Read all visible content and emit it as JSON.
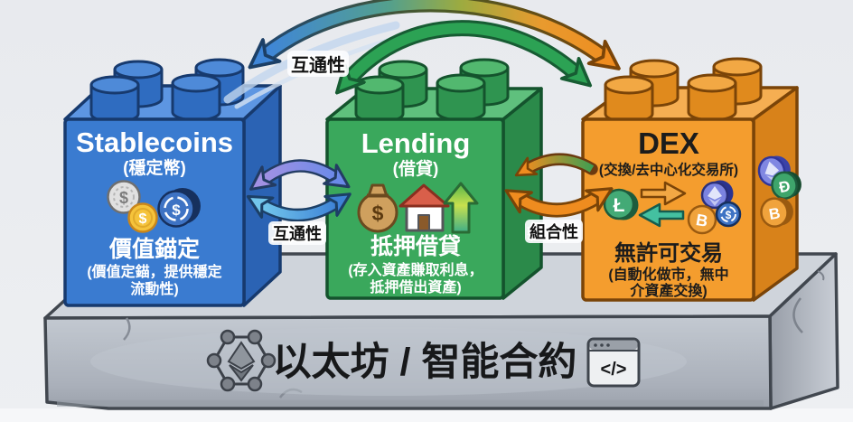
{
  "colors": {
    "background": "#e9ebef",
    "floor": "#f6f7f9",
    "stablecoins_front": "#3a7bd0",
    "stablecoins_top": "#5d96e2",
    "stablecoins_side": "#2b63b4",
    "lending_front": "#3aa85c",
    "lending_top": "#5fc07d",
    "lending_side": "#2b8a4a",
    "dex_front": "#f49d2e",
    "dex_top": "#f5ae52",
    "dex_side": "#d8821a",
    "base_top": "#cfd4db",
    "base_front": "#b7bdc6",
    "arrow_blue": "#3a7bd0",
    "arrow_green": "#2ca254",
    "arrow_orange": "#f0922b",
    "arrow_purple": "#a291e3",
    "arrow_teal": "#5bb8e8"
  },
  "connectors": {
    "top_interoperability_label": "互通性",
    "stablecoins_lending_label": "互通性",
    "lending_dex_label": "組合性"
  },
  "blocks": {
    "stablecoins": {
      "title": "Stablecoins",
      "subtitle": "(穩定幣)",
      "caption": "價值錨定",
      "description_line1": "(價值定錨，提供穩定",
      "description_line2": "流動性)",
      "icons": [
        "gray-dollar-coin",
        "gold-dollar-coin",
        "usdc-coin"
      ]
    },
    "lending": {
      "title": "Lending",
      "subtitle": "(借貸)",
      "caption": "抵押借貸",
      "description_line1": "(存入資產賺取利息，",
      "description_line2": "抵押借出資產)",
      "icons": [
        "money-bag",
        "house",
        "up-arrow"
      ]
    },
    "dex": {
      "title": "DEX",
      "subtitle": "(交換/去中心化交易所)",
      "caption": "無許可交易",
      "description_line1": "(自動化做市，無中",
      "description_line2": "介資產交換)",
      "icons": [
        "litecoin-coin",
        "swap-arrows",
        "eth-coin",
        "bitcoin-coin",
        "usdc-coin",
        "dash-coin"
      ]
    }
  },
  "base": {
    "label": "以太坊 / 智能合約",
    "ethereum_icon": "ethereum-network-icon",
    "code_icon_glyph": "</>"
  },
  "coin_glyphs": {
    "dollar": "$",
    "litecoin": "Ł",
    "bitcoin": "B",
    "dash": "Đ"
  }
}
